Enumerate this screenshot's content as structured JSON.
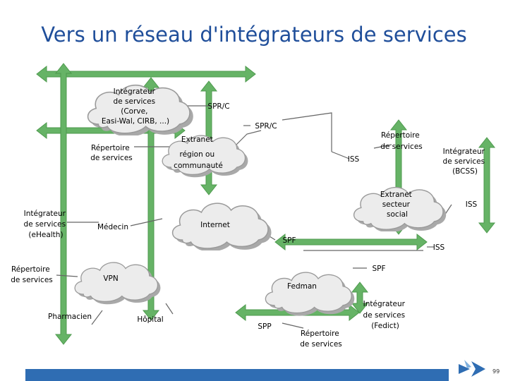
{
  "title": "Vers un réseau d'intégrateurs de services",
  "page_number": "99",
  "colors": {
    "connector_green": "#66b366",
    "title_blue": "#1f4e9a",
    "bar_blue": "#2f6db3",
    "cloud_fill": "#ececec",
    "cloud_shadow": "#a9a9a9"
  },
  "nodes": {
    "integrator_regional": [
      "Intégrateur",
      "de services",
      "(Corve,",
      "Easi-Wal, CIRB, ...)"
    ],
    "spr_c_1": [
      "SPR/C"
    ],
    "spr_c_2": [
      "SPR/C"
    ],
    "extranet_region": [
      "Extranet",
      "région ou",
      "communauté"
    ],
    "repertoire_left_top": [
      "Répertoire",
      "de services"
    ],
    "iss_1": [
      "ISS"
    ],
    "repertoire_right_top": [
      "Répertoire",
      "de services"
    ],
    "integrator_bcss": [
      "Intégrateur",
      "de services",
      "(BCSS)"
    ],
    "extranet_social": [
      "Extranet",
      "secteur",
      "social"
    ],
    "iss_2": [
      "ISS"
    ],
    "integrator_ehealth": [
      "Intégrateur",
      "de services",
      "(eHealth)"
    ],
    "medecin": [
      "Médecin"
    ],
    "internet": [
      "Internet"
    ],
    "spf_1": [
      "SPF"
    ],
    "iss_3": [
      "ISS"
    ],
    "repertoire_left_bottom": [
      "Répertoire",
      "de services"
    ],
    "vpn": [
      "VPN"
    ],
    "spf_2": [
      "SPF"
    ],
    "fedman": [
      "Fedman"
    ],
    "pharmacien": [
      "Pharmacien"
    ],
    "hopital": [
      "Hôpital"
    ],
    "spp": [
      "SPP"
    ],
    "repertoire_bottom": [
      "Répertoire",
      "de services"
    ],
    "integrator_fedict": [
      "Intégrateur",
      "de services",
      "(Fedict)"
    ]
  }
}
